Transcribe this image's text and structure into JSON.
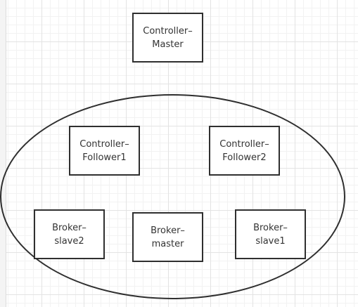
{
  "diagram": {
    "nodes": [
      {
        "id": "controller-master",
        "label": "Controller–\nMaster"
      },
      {
        "id": "controller-follower1",
        "label": "Controller–\nFollower1"
      },
      {
        "id": "controller-follower2",
        "label": "Controller–\nFollower2"
      },
      {
        "id": "broker-slave2",
        "label": "Broker–\nslave2"
      },
      {
        "id": "broker-master",
        "label": "Broker–\nmaster"
      },
      {
        "id": "broker-slave1",
        "label": "Broker–\nslave1"
      }
    ]
  }
}
